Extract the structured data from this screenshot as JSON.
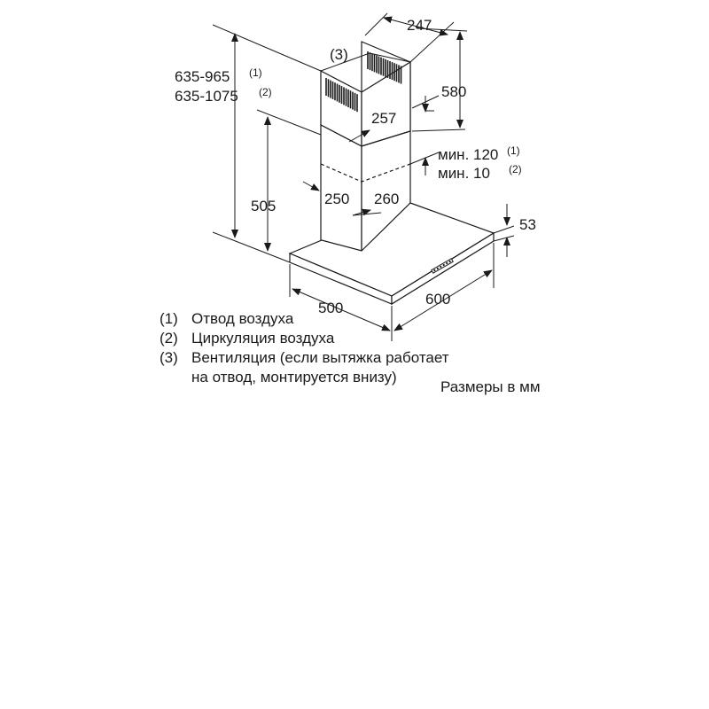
{
  "dimensions": {
    "total_height_1": "635-965",
    "total_height_1_ref": "(1)",
    "total_height_2": "635-1075",
    "total_height_2_ref": "(2)",
    "chimney_callout": "(3)",
    "chimney_width": "247",
    "upper_chimney_height": "580",
    "upper_chimney_depth": "257",
    "min_overlap_1": "мин. 120",
    "min_overlap_1_ref": "(1)",
    "min_overlap_2": "мин. 10",
    "min_overlap_2_ref": "(2)",
    "lower_chimney_width": "250",
    "lower_chimney_depth": "260",
    "canopy_to_top": "505",
    "canopy_thickness": "53",
    "canopy_width": "500",
    "canopy_depth": "600"
  },
  "legend": [
    {
      "num": "(1)",
      "text": "Отвод воздуха"
    },
    {
      "num": "(2)",
      "text": "Циркуляция воздуха"
    },
    {
      "num": "(3)",
      "text": "Вентиляция (если вытяжка работает",
      "cont": "на отвод, монтируется внизу)"
    }
  ],
  "units_note": "Размеры в мм"
}
